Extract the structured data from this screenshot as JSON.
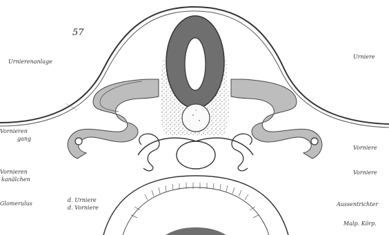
{
  "figure": {
    "number": "57",
    "colors": {
      "ink": "#333333",
      "gray_fill": "#bdbdbd",
      "dark_fill": "#6f6f6f",
      "stipple": "#777777",
      "paper": "#ffffff"
    },
    "labels_left": {
      "urnierenanlage": "Urnierenanlage",
      "vornierengang_1": "Vornieren",
      "vornierengang_2": "gang",
      "vornierenkanal_1": "Vornieren",
      "vornierenkanal_2": "kanälchen",
      "glomerulus": "Glomerulus",
      "d_urniere": "d. Urniere",
      "d_vorniere": "d. Vorniere"
    },
    "labels_right": {
      "urniere": "Urniere",
      "vorniere_1": "Vorniere",
      "vorniere_2": "Vorniere",
      "aussen": "Aussentrichter",
      "malp": "Malp. Körp."
    }
  }
}
